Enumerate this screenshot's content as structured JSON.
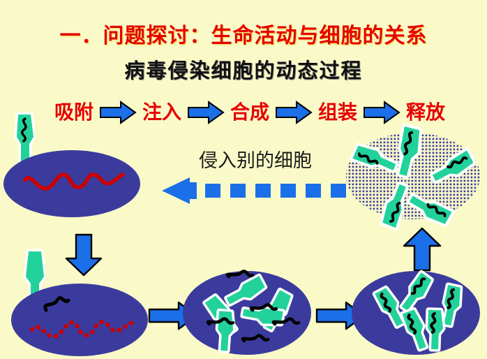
{
  "slide": {
    "background_color": "#FAFAC8",
    "title_main": "一．问题探讨：生命活动与细胞的关系",
    "title_main_color": "#E60000",
    "title_sub": "病毒侵染细胞的动态过程",
    "title_sub_color": "#111111"
  },
  "stages": [
    {
      "label": "吸附"
    },
    {
      "label": "注入"
    },
    {
      "label": "合成"
    },
    {
      "label": "组装"
    },
    {
      "label": "释放"
    }
  ],
  "annotations": {
    "reinfect": "侵入别的细胞"
  },
  "colors": {
    "cell_fill": "#3B3B9E",
    "cell_stroke": "#2F2F86",
    "host_dna": "#CC0000",
    "phage_capsid": "#23D19B",
    "phage_outline": "#FFFFFF",
    "phage_dna": "#000000",
    "arrow_fill": "#1B6FE8",
    "arrow_stroke": "#000000",
    "lysed_dots": "#3B3B9E"
  },
  "diagram": {
    "cells": [
      {
        "name": "cell-adsorption",
        "stage": "吸附",
        "host_dna_style": "solid-wave",
        "contents": "intact host DNA, phage attached on surface"
      },
      {
        "name": "cell-injection",
        "stage": "注入",
        "host_dna_style": "dotted-wave",
        "contents": "empty phage coat attached, phage DNA inside"
      },
      {
        "name": "cell-synthesis",
        "stage": "合成",
        "host_dna_style": "none",
        "contents": "free phage DNA strands and empty capsids"
      },
      {
        "name": "cell-assembly",
        "stage": "组装",
        "host_dna_style": "none",
        "contents": "assembled phages with DNA packed"
      },
      {
        "name": "cell-release",
        "stage": "释放",
        "host_dna_style": "none",
        "contents": "lysing cell, phages escaping outward"
      }
    ],
    "flow_arrows": [
      {
        "name": "arrow-down-left",
        "direction": "down"
      },
      {
        "name": "arrow-right-1",
        "direction": "right"
      },
      {
        "name": "arrow-right-2",
        "direction": "right"
      },
      {
        "name": "arrow-up-right",
        "direction": "up"
      },
      {
        "name": "arrow-dashed-left",
        "direction": "left",
        "style": "dashed"
      }
    ]
  }
}
